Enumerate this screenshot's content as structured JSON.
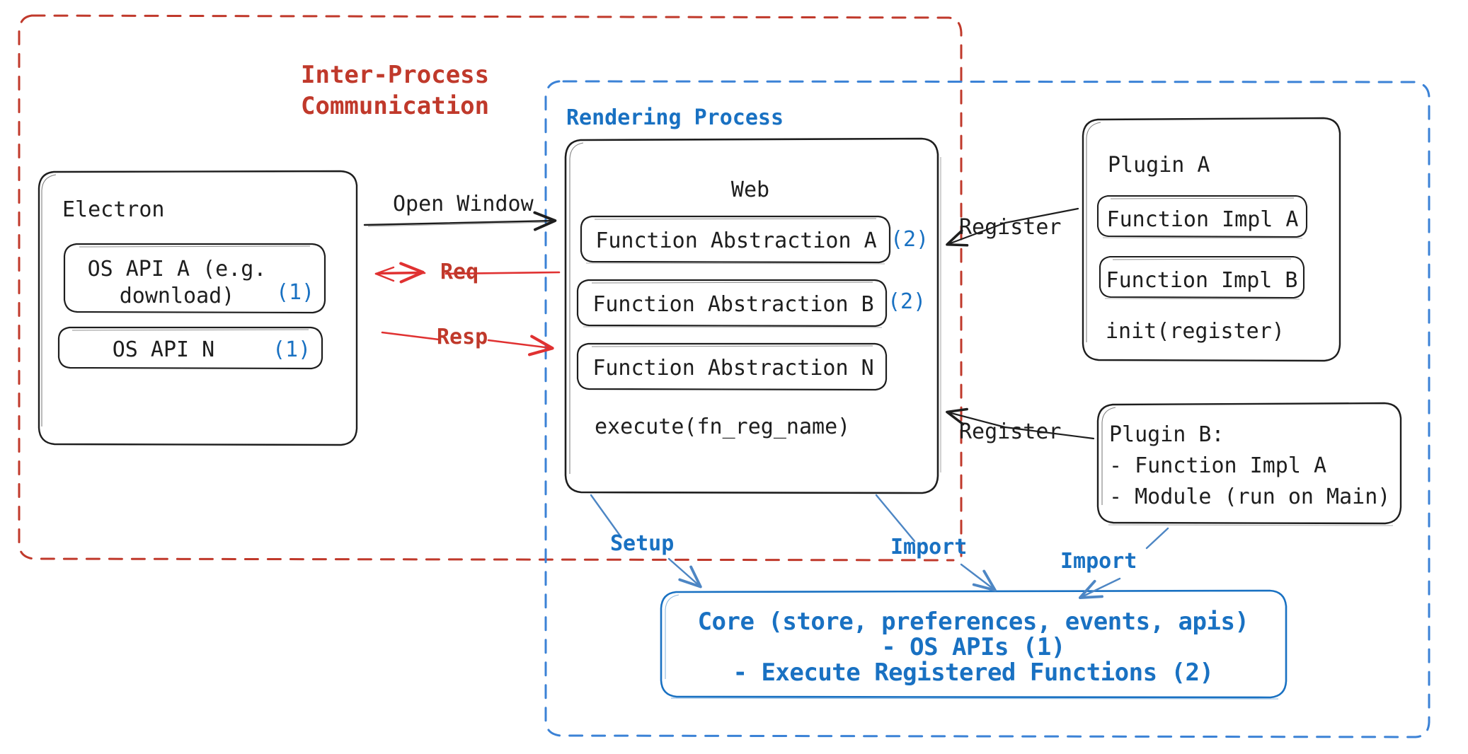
{
  "diagram": {
    "title_hint": "Electron plugin architecture diagram",
    "boundaries": {
      "ipc": {
        "label": "Inter-Process\nCommunication",
        "color": "#c0392b",
        "style": "dashed"
      },
      "rendering": {
        "label": "Rendering Process",
        "color": "#1971c2",
        "style": "dashed"
      }
    },
    "nodes": {
      "electron": {
        "title": "Electron",
        "items": [
          {
            "text": "OS API A (e.g.\ndownload)",
            "marker": "(1)"
          },
          {
            "text": "OS API N",
            "marker": "(1)"
          }
        ]
      },
      "web": {
        "title": "Web",
        "items": [
          {
            "text": "Function Abstraction A",
            "marker": "(2)"
          },
          {
            "text": "Function Abstraction B",
            "marker": "(2)"
          },
          {
            "text": "Function Abstraction N",
            "marker": ""
          }
        ],
        "footer": "execute(fn_reg_name)"
      },
      "plugin_a": {
        "title": "Plugin A",
        "items": [
          {
            "text": "Function Impl A"
          },
          {
            "text": "Function Impl B"
          }
        ],
        "footer": "init(register)"
      },
      "plugin_b": {
        "lines": [
          "Plugin B:",
          "- Function Impl A",
          "- Module (run on Main)"
        ]
      },
      "core": {
        "lines": [
          "Core (store, preferences, events, apis)",
          "- OS APIs (1)",
          "- Execute Registered Functions (2)"
        ],
        "color": "#1971c2"
      }
    },
    "edges": [
      {
        "label": "Open Window",
        "color": "#1e1e1e",
        "from": "electron",
        "to": "web"
      },
      {
        "label": "Req",
        "color": "#e03131",
        "from": "web",
        "to": "electron"
      },
      {
        "label": "Resp",
        "color": "#e03131",
        "from": "electron",
        "to": "web"
      },
      {
        "label": "Register",
        "color": "#1e1e1e",
        "from": "plugin_a",
        "to": "web"
      },
      {
        "label": "Register",
        "color": "#1e1e1e",
        "from": "plugin_b",
        "to": "web"
      },
      {
        "label": "Setup",
        "color": "#1971c2",
        "from": "web",
        "to": "core"
      },
      {
        "label": "Import",
        "color": "#1971c2",
        "from": "web",
        "to": "core"
      },
      {
        "label": "Import",
        "color": "#1971c2",
        "from": "plugin_b",
        "to": "core"
      }
    ]
  }
}
